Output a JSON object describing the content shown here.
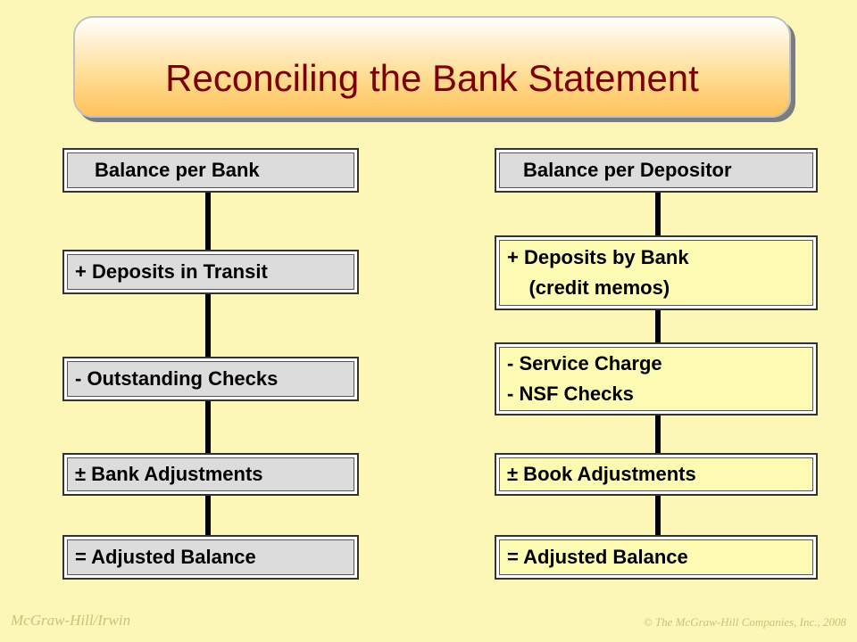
{
  "title": "Reconciling the Bank Statement",
  "left_column": {
    "header": "Balance per Bank",
    "items": [
      "+ Deposits in Transit",
      "- Outstanding Checks",
      "± Bank Adjustments",
      "= Adjusted Balance"
    ]
  },
  "right_column": {
    "header": "Balance per Depositor",
    "items": [
      "+ Deposits by Bank\n    (credit memos)",
      "- Service Charge\n- NSF Checks",
      "± Book Adjustments",
      "= Adjusted Balance"
    ]
  },
  "footer": {
    "publisher": "McGraw-Hill/Irwin",
    "copyright": "© The McGraw-Hill Companies, Inc., 2008"
  }
}
